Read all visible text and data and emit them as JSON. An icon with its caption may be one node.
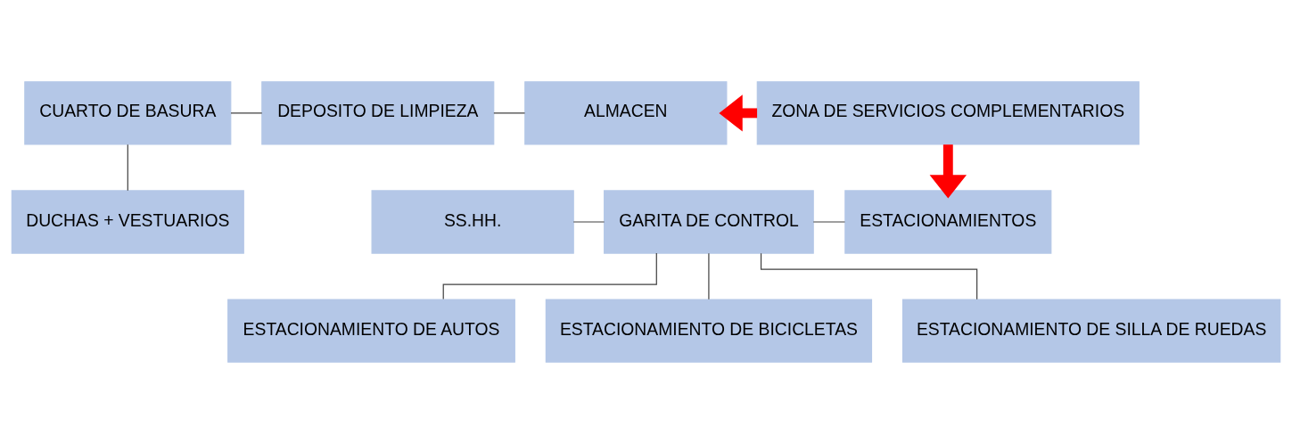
{
  "diagram": {
    "nodes": [
      {
        "text": [
          "CUARTO DE BASURA"
        ]
      },
      {
        "text": [
          "DEPOSITO DE LIMPIEZA"
        ]
      },
      {
        "text": [
          "ALMACEN"
        ]
      },
      {
        "text": [
          "ZONA DE SERVICIOS COMPLEMENTARIOS"
        ]
      },
      {
        "text": [
          "DUCHAS + VESTUARIOS"
        ]
      },
      {
        "text": [
          "SS.HH."
        ]
      },
      {
        "text": [
          "GARITA DE CONTROL"
        ]
      },
      {
        "text": [
          "ESTACIONAMIENTOS"
        ]
      },
      {
        "text": [
          "ESTACIONAMIENTO DE AUTOS"
        ]
      },
      {
        "text": [
          "ESTACIONAMIENTO DE BICICLETAS"
        ]
      },
      {
        "text": [
          "ESTACIONAMIENTO DE SILLA DE RUEDAS"
        ]
      }
    ],
    "edges": [
      {
        "from": 0,
        "to": 1,
        "arrow": "none"
      },
      {
        "from": 1,
        "to": 2,
        "arrow": "none"
      },
      {
        "from": 3,
        "to": 2,
        "arrow": "to",
        "style": "thick",
        "color": "#ff0000"
      },
      {
        "from": 0,
        "to": 4,
        "arrow": "none"
      },
      {
        "from": 3,
        "to": 7,
        "arrow": "to",
        "style": "thick",
        "color": "#ff0000"
      },
      {
        "from": 5,
        "to": 6,
        "arrow": "none"
      },
      {
        "from": 6,
        "to": 7,
        "arrow": "none"
      },
      {
        "from": 6,
        "to": 8,
        "arrow": "none"
      },
      {
        "from": 6,
        "to": 9,
        "arrow": "none"
      },
      {
        "from": 6,
        "to": 10,
        "arrow": "none"
      }
    ]
  }
}
